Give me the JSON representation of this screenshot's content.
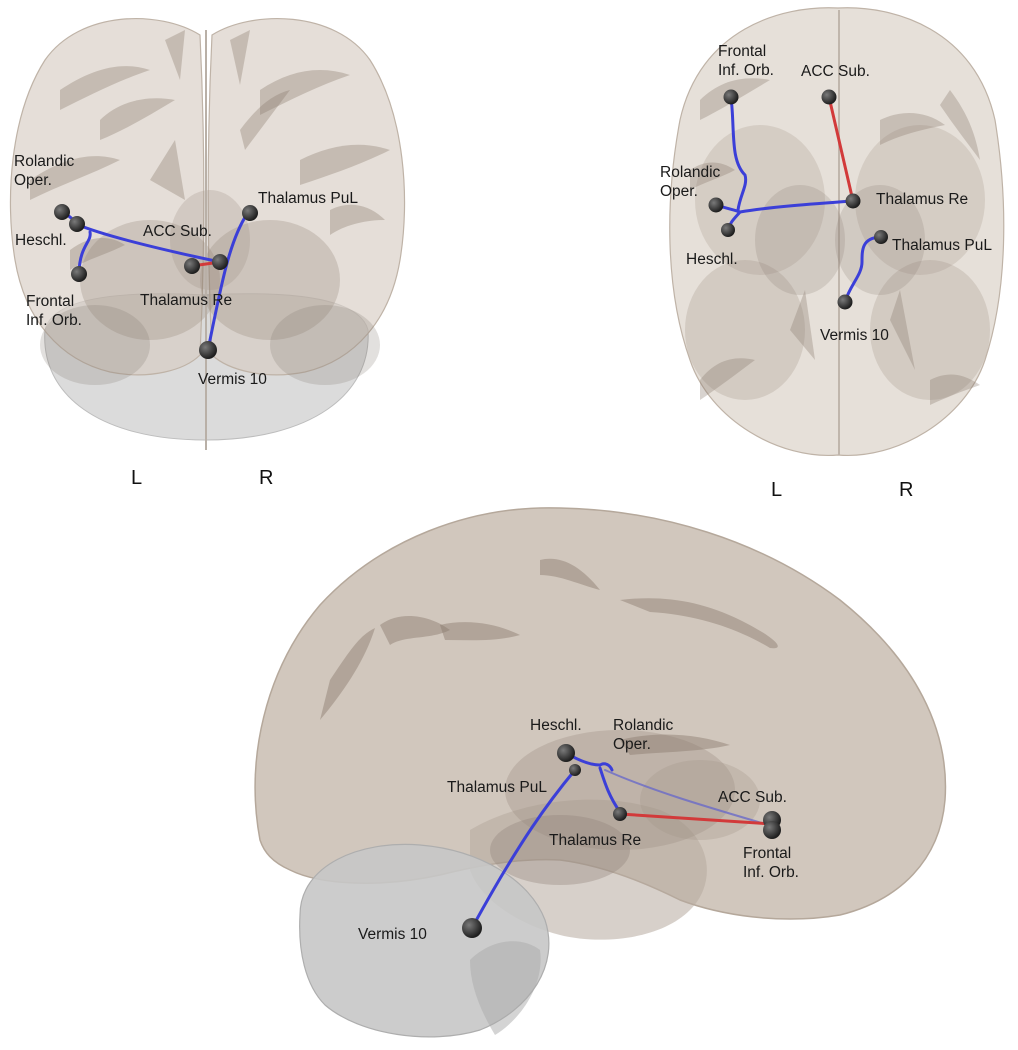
{
  "panels": {
    "coronal": {
      "nodes": {
        "rolandic": "Rolandic\nOper.",
        "heschl": "Heschl.",
        "frontal": "Frontal\nInf. Orb.",
        "acc": "ACC Sub.",
        "thal_pul": "Thalamus PuL",
        "thal_re": "Thalamus Re",
        "vermis": "Vermis 10"
      },
      "orientation": {
        "left": "L",
        "right": "R"
      }
    },
    "axial": {
      "nodes": {
        "frontal": "Frontal\nInf. Orb.",
        "acc": "ACC Sub.",
        "rolandic": "Rolandic\nOper.",
        "thal_re": "Thalamus Re",
        "heschl": "Heschl.",
        "thal_pul": "Thalamus PuL",
        "vermis": "Vermis 10"
      },
      "orientation": {
        "left": "L",
        "right": "R"
      }
    },
    "sagittal": {
      "nodes": {
        "heschl": "Heschl.",
        "rolandic": "Rolandic\nOper.",
        "thal_pul": "Thalamus PuL",
        "acc": "ACC Sub.",
        "thal_re": "Thalamus Re",
        "frontal": "Frontal\nInf. Orb.",
        "vermis": "Vermis 10"
      }
    }
  },
  "colors": {
    "brain_surface": "#c9bdb1",
    "brain_fold": "#8a7a6c",
    "cerebellum": "#c4c4c4",
    "node": "#333333",
    "edge_blue": "#3b3fd8",
    "edge_red": "#d23a3a"
  }
}
